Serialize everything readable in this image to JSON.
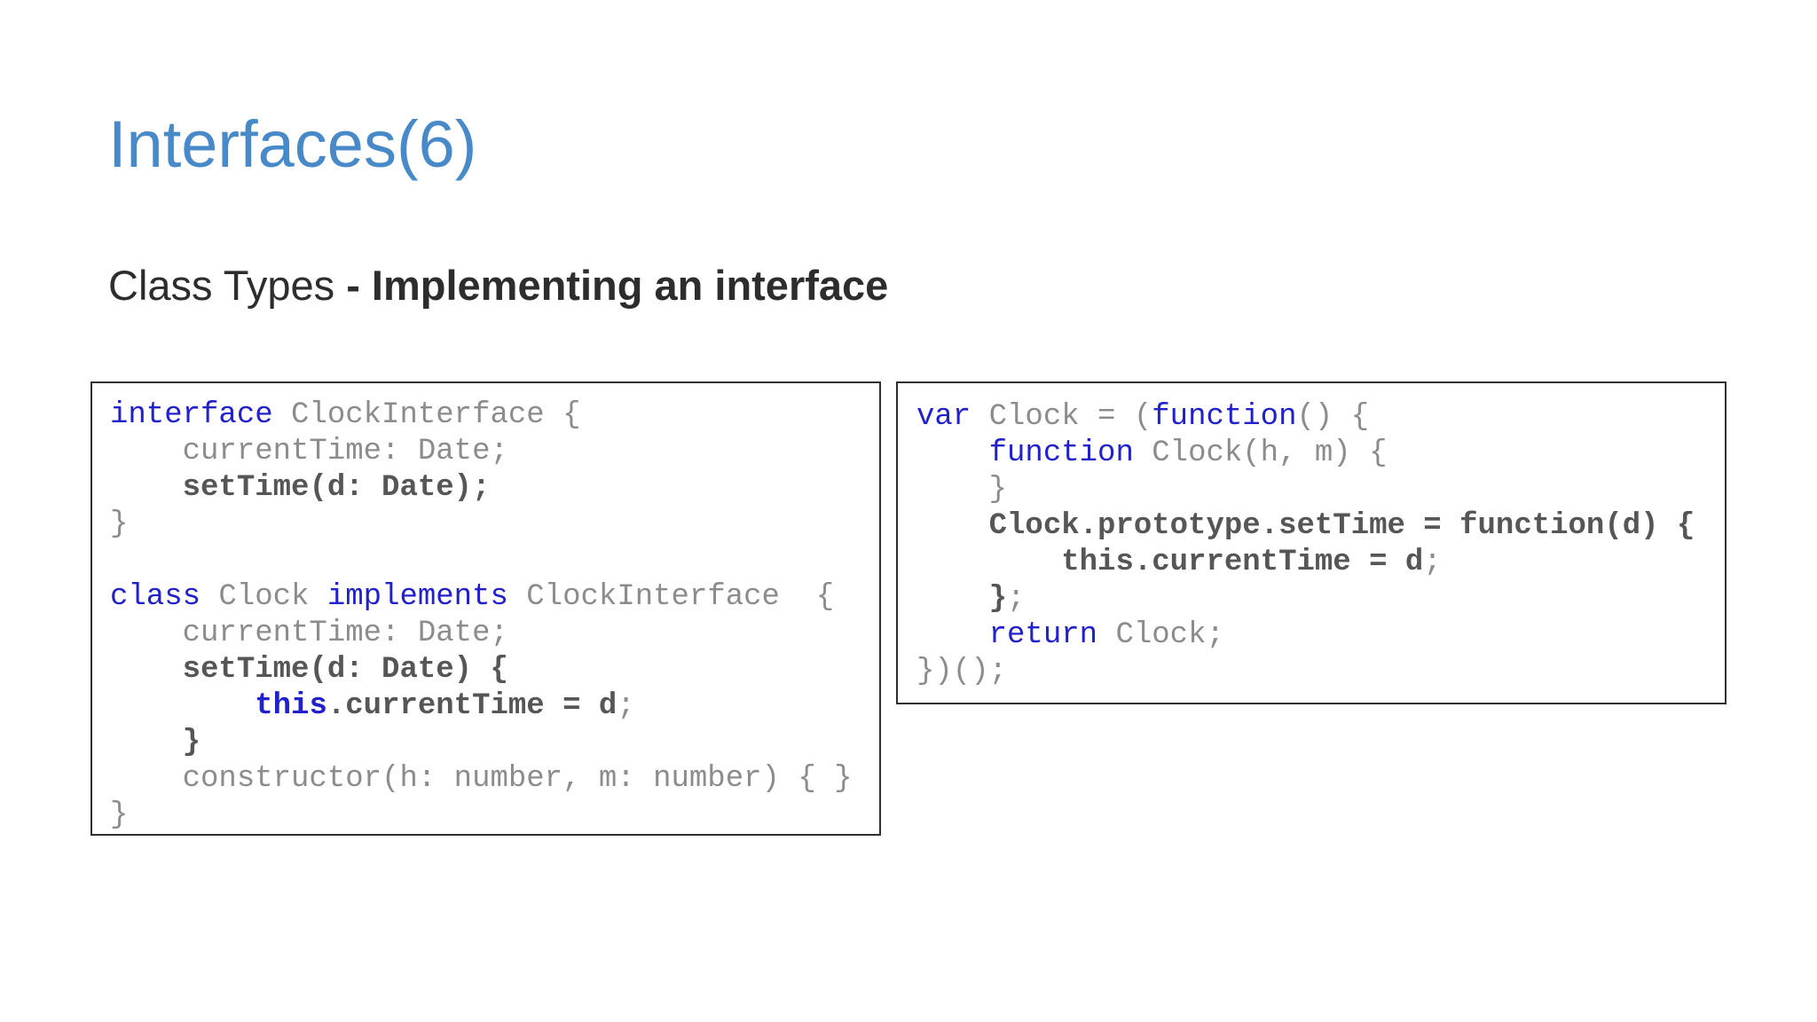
{
  "theme": {
    "background": "#ffffff",
    "title_color": "#4789c9",
    "subtitle_color": "#2d2d2d",
    "code_keyword": "#2121cc",
    "code_plain": "#8c8c8c",
    "code_bold": "#565656",
    "box_border": "#2f2f2f"
  },
  "header": {
    "title": "Interfaces(6)",
    "subtitle_regular": "Class Types ",
    "subtitle_bold": "- Implementing an interface"
  },
  "code_blocks": {
    "left": [
      [
        {
          "t": "interface",
          "c": "kw"
        },
        {
          "t": " ClockInterface {",
          "c": "p"
        }
      ],
      [
        {
          "t": "    currentTime: Date;",
          "c": "p"
        }
      ],
      [
        {
          "t": "    ",
          "c": "p"
        },
        {
          "t": "setTime(d: Date);",
          "c": "b"
        }
      ],
      [
        {
          "t": "}",
          "c": "p"
        }
      ],
      [
        {
          "t": "",
          "c": "p"
        }
      ],
      [
        {
          "t": "class",
          "c": "kw"
        },
        {
          "t": " Clock ",
          "c": "p"
        },
        {
          "t": "implements",
          "c": "kw"
        },
        {
          "t": " ClockInterface  {",
          "c": "p"
        }
      ],
      [
        {
          "t": "    currentTime: Date;",
          "c": "p"
        }
      ],
      [
        {
          "t": "    ",
          "c": "p"
        },
        {
          "t": "setTime(d: Date) {",
          "c": "b"
        }
      ],
      [
        {
          "t": "        ",
          "c": "p"
        },
        {
          "t": "this",
          "c": "kb"
        },
        {
          "t": ".currentTime = d",
          "c": "b"
        },
        {
          "t": ";",
          "c": "p"
        }
      ],
      [
        {
          "t": "    ",
          "c": "p"
        },
        {
          "t": "}",
          "c": "b"
        }
      ],
      [
        {
          "t": "    constructor(h: number, m: number) { }",
          "c": "p"
        }
      ],
      [
        {
          "t": "}",
          "c": "p"
        }
      ]
    ],
    "right": [
      [
        {
          "t": "var",
          "c": "kw"
        },
        {
          "t": " Clock = (",
          "c": "p"
        },
        {
          "t": "function",
          "c": "kw"
        },
        {
          "t": "() {",
          "c": "p"
        }
      ],
      [
        {
          "t": "    ",
          "c": "p"
        },
        {
          "t": "function",
          "c": "kw"
        },
        {
          "t": " Clock(h, m) {",
          "c": "p"
        }
      ],
      [
        {
          "t": "    }",
          "c": "p"
        }
      ],
      [
        {
          "t": "    ",
          "c": "p"
        },
        {
          "t": "Clock.prototype.setTime = function(d) {",
          "c": "b"
        }
      ],
      [
        {
          "t": "        ",
          "c": "p"
        },
        {
          "t": "this.currentTime = d",
          "c": "b"
        },
        {
          "t": ";",
          "c": "p"
        }
      ],
      [
        {
          "t": "    ",
          "c": "p"
        },
        {
          "t": "}",
          "c": "b"
        },
        {
          "t": ";",
          "c": "p"
        }
      ],
      [
        {
          "t": "    ",
          "c": "p"
        },
        {
          "t": "return",
          "c": "kw"
        },
        {
          "t": " Clock;",
          "c": "p"
        }
      ],
      [
        {
          "t": "})();",
          "c": "p"
        }
      ]
    ]
  }
}
